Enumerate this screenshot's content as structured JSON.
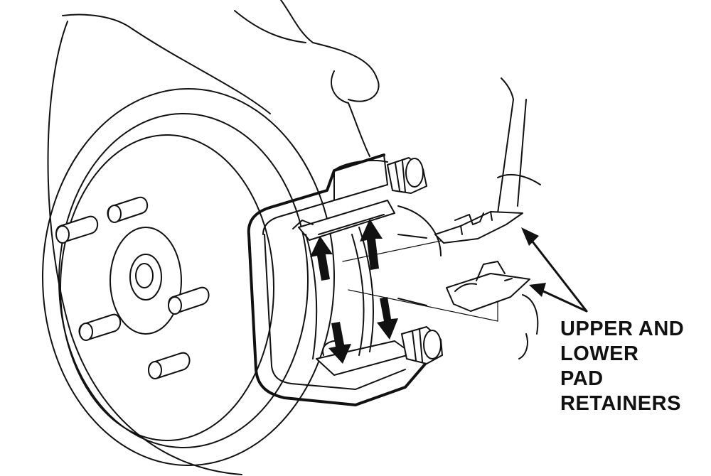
{
  "label": {
    "line1": "UPPER AND",
    "line2": "LOWER",
    "line3": "PAD",
    "line4": "RETAINERS"
  }
}
